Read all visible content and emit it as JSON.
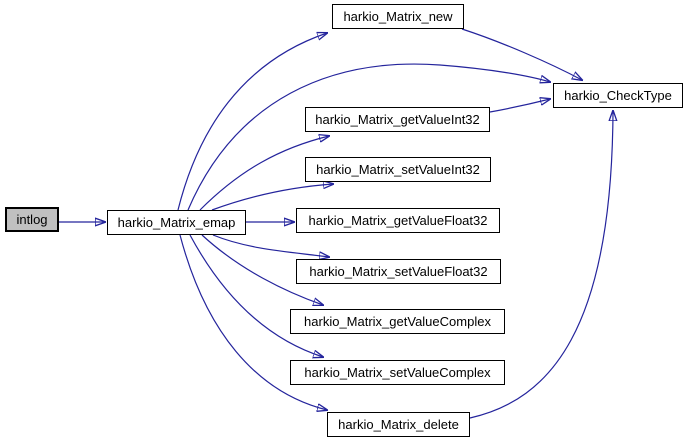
{
  "diagram": {
    "type": "call-graph",
    "background_color": "#ffffff",
    "edge_color": "#24249c",
    "node_border_color": "#000000",
    "node_fill": "#ffffff",
    "current_node_fill": "#c0c0c0",
    "nodes": {
      "intlog": {
        "label": "intlog"
      },
      "emap": {
        "label": "harkio_Matrix_emap"
      },
      "new": {
        "label": "harkio_Matrix_new"
      },
      "checktype": {
        "label": "harkio_CheckType"
      },
      "get_int32": {
        "label": "harkio_Matrix_getValueInt32"
      },
      "set_int32": {
        "label": "harkio_Matrix_setValueInt32"
      },
      "get_float32": {
        "label": "harkio_Matrix_getValueFloat32"
      },
      "set_float32": {
        "label": "harkio_Matrix_setValueFloat32"
      },
      "get_complex": {
        "label": "harkio_Matrix_getValueComplex"
      },
      "set_complex": {
        "label": "harkio_Matrix_setValueComplex"
      },
      "delete": {
        "label": "harkio_Matrix_delete"
      }
    },
    "edges": [
      {
        "from": "intlog",
        "to": "harkio_Matrix_emap"
      },
      {
        "from": "harkio_Matrix_emap",
        "to": "harkio_Matrix_new"
      },
      {
        "from": "harkio_Matrix_emap",
        "to": "harkio_CheckType"
      },
      {
        "from": "harkio_Matrix_emap",
        "to": "harkio_Matrix_getValueInt32"
      },
      {
        "from": "harkio_Matrix_emap",
        "to": "harkio_Matrix_setValueInt32"
      },
      {
        "from": "harkio_Matrix_emap",
        "to": "harkio_Matrix_getValueFloat32"
      },
      {
        "from": "harkio_Matrix_emap",
        "to": "harkio_Matrix_setValueFloat32"
      },
      {
        "from": "harkio_Matrix_emap",
        "to": "harkio_Matrix_getValueComplex"
      },
      {
        "from": "harkio_Matrix_emap",
        "to": "harkio_Matrix_setValueComplex"
      },
      {
        "from": "harkio_Matrix_emap",
        "to": "harkio_Matrix_delete"
      },
      {
        "from": "harkio_Matrix_new",
        "to": "harkio_CheckType"
      },
      {
        "from": "harkio_Matrix_getValueInt32",
        "to": "harkio_CheckType"
      },
      {
        "from": "harkio_Matrix_delete",
        "to": "harkio_CheckType"
      }
    ]
  }
}
